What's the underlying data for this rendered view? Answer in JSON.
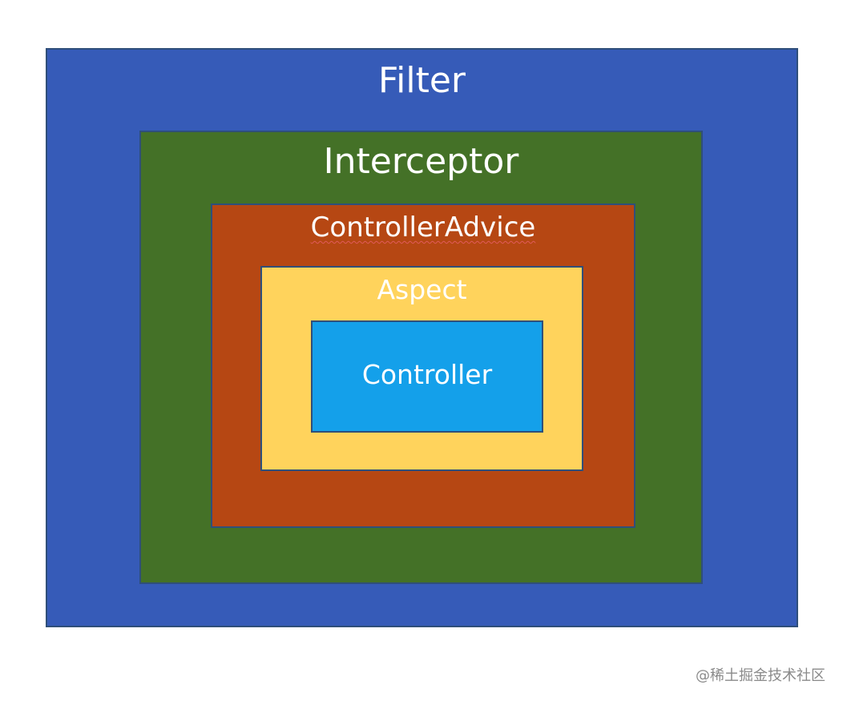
{
  "layers": [
    {
      "label": "Filter",
      "color": "#365bb8"
    },
    {
      "label": "Interceptor",
      "color": "#447127"
    },
    {
      "label": "ControllerAdvice",
      "color": "#b64713"
    },
    {
      "label": "Aspect",
      "color": "#ffd35c"
    },
    {
      "label": "Controller",
      "color": "#14a0ea"
    }
  ],
  "watermark": "@稀土掘金技术社区"
}
